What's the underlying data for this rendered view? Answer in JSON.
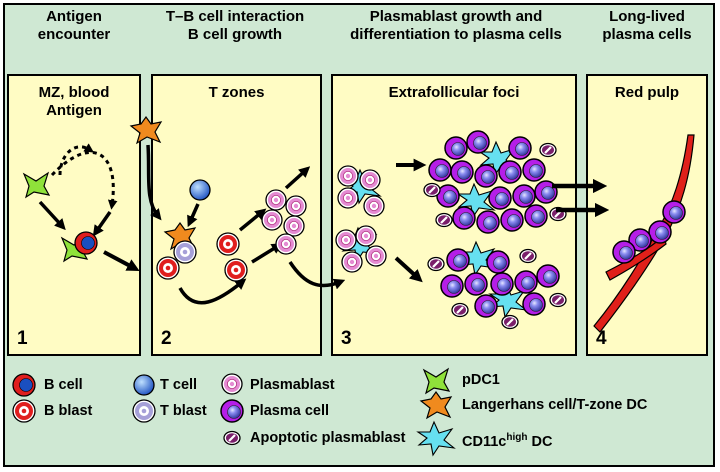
{
  "headers": {
    "stage1": [
      "Antigen",
      "encounter"
    ],
    "stage2": [
      "T–B cell interaction",
      "B cell growth"
    ],
    "stage3": [
      "Plasmablast growth and",
      "differentiation to plasma cells"
    ],
    "stage4": [
      "Long-lived",
      "plasma cells"
    ]
  },
  "panels": [
    {
      "title": [
        "MZ, blood",
        "Antigen"
      ],
      "number": "1"
    },
    {
      "title": [
        "T zones"
      ],
      "number": "2"
    },
    {
      "title": [
        "Extrafollicular foci"
      ],
      "number": "3"
    },
    {
      "title": [
        "Red pulp"
      ],
      "number": "4"
    }
  ],
  "legend": {
    "b_cell": "B cell",
    "t_cell": "T cell",
    "plasmablast": "Plasmablast",
    "b_blast": "B blast",
    "t_blast": "T blast",
    "plasma_cell": "Plasma cell",
    "apoptotic": "Apoptotic plasmablast",
    "pdc1": "pDC1",
    "langerhans": "Langerhans cell/T-zone DC",
    "cd11c_main": "CD11c",
    "cd11c_sup": "high",
    "cd11c_tail": " DC"
  },
  "colors": {
    "background": "#cfe8d3",
    "panel": "#fffcc4",
    "pdc1": "#8fe23a",
    "langerhans": "#f08a1e",
    "cd11c": "#66e0f0",
    "b_cell": "#e01e1e",
    "t_cell": "#2b6fe0",
    "plasma_cell": "#b51ee8",
    "plasmablast": "#e48ad2",
    "red_pulp": "#e0201a"
  }
}
